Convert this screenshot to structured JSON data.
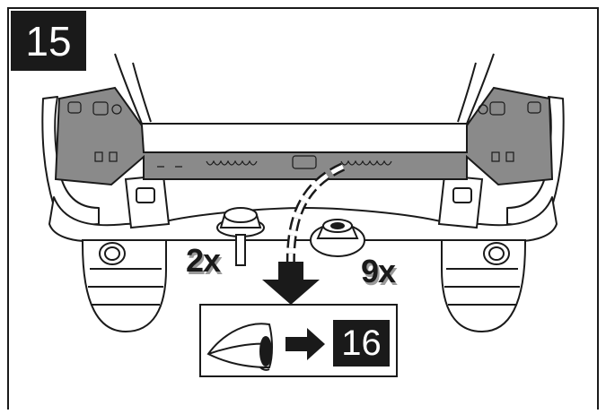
{
  "step": {
    "current": "15",
    "next": "16"
  },
  "fasteners": {
    "bolt": {
      "quantity": "2x",
      "icon": "hex-bolt-icon"
    },
    "nut": {
      "quantity": "9x",
      "icon": "flange-nut-icon"
    }
  },
  "icons": {
    "inspect": "eye-icon",
    "go_to": "arrow-right-icon",
    "remove": "arrow-down-icon"
  },
  "colors": {
    "line": "#1a1a1a",
    "panel_fill": "#8a8a8a",
    "shadow": "#9a9a9a",
    "background": "#ffffff"
  }
}
